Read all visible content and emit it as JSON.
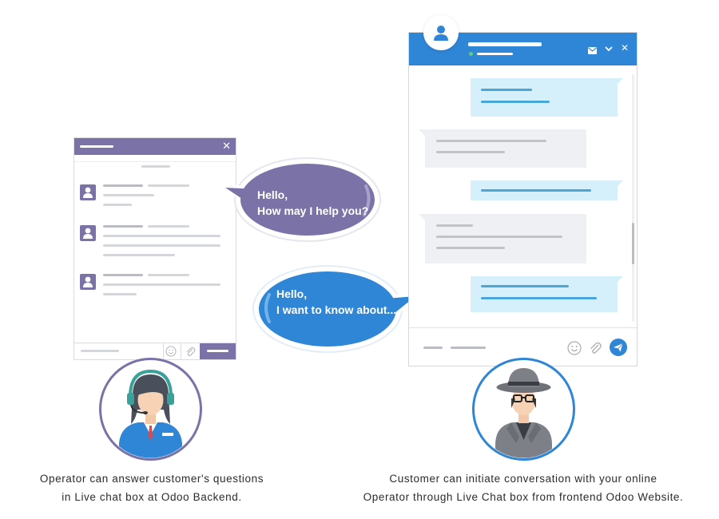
{
  "operator_bubble": {
    "line1": "Hello,",
    "line2": "How may I help you?"
  },
  "customer_bubble": {
    "line1": "Hello,",
    "line2": "I want to know about..."
  },
  "captions": {
    "operator_line1": "Operator can answer customer's questions",
    "operator_line2": "in Live chat box at Odoo Backend.",
    "customer_line1": "Customer can initiate conversation with your online",
    "customer_line2": "Operator through Live Chat box from frontend Odoo Website."
  },
  "operator_window": {
    "close_symbol": "✕"
  },
  "customer_window": {
    "close_symbol": "✕",
    "minimize_symbol": "⌄"
  },
  "colors": {
    "operator_purple": "#7b73a8",
    "customer_blue": "#2f86d6",
    "outgoing_bubble": "#d6f0fb",
    "incoming_bubble": "#eef0f3"
  },
  "icons": {
    "operator_window": [
      "user-avatar-icon",
      "close-icon",
      "emoji-icon",
      "attachment-icon"
    ],
    "customer_window": [
      "user-avatar-icon",
      "mail-icon",
      "chevron-down-icon",
      "close-icon",
      "emoji-icon",
      "attachment-icon",
      "send-icon"
    ],
    "illustrations": [
      "operator-headset-avatar",
      "customer-hat-glasses-avatar"
    ]
  }
}
